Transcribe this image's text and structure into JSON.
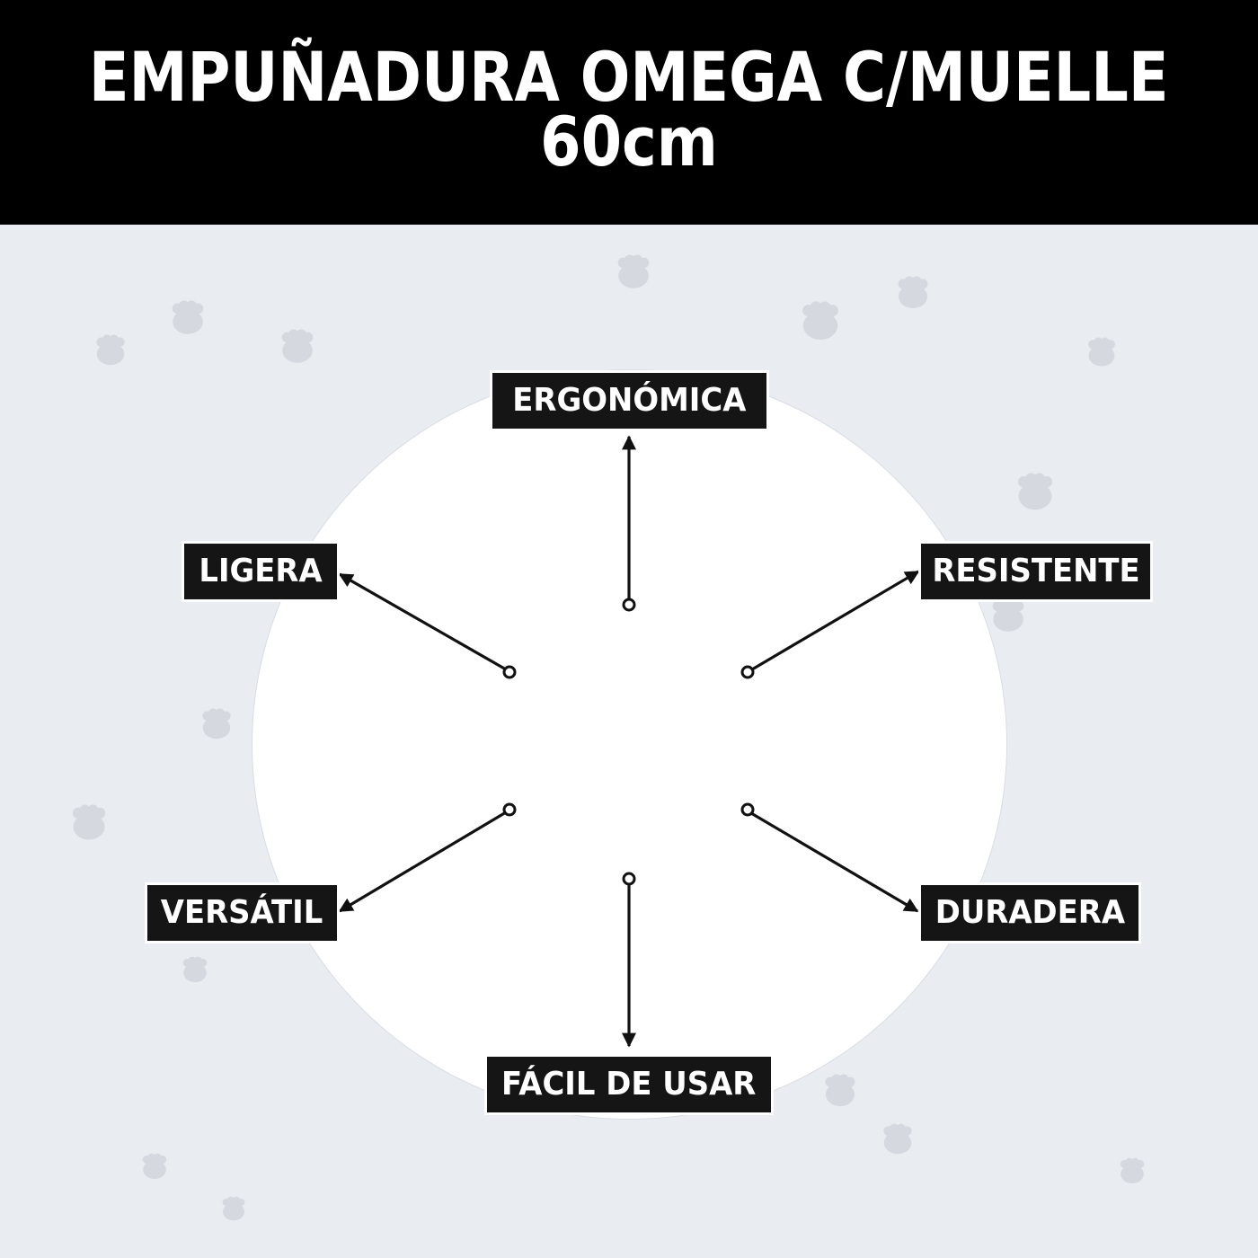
{
  "header": {
    "title_line1": "EMPUÑADURA OMEGA C/MUELLE",
    "title_line2": "60cm"
  },
  "features": [
    {
      "id": "ergonomica",
      "label": "ERGONÓMICA"
    },
    {
      "id": "ligera",
      "label": "LIGERA"
    },
    {
      "id": "resistente",
      "label": "RESISTENTE"
    },
    {
      "id": "versatil",
      "label": "VERSÁTIL"
    },
    {
      "id": "duradera",
      "label": "DURADERA"
    },
    {
      "id": "facil-de-usar",
      "label": "FÁCIL DE USAR"
    }
  ],
  "colors": {
    "header_bg": "#000000",
    "page_bg": "#e9ecf1",
    "circle_bg": "#ffffff",
    "label_bg": "#151515",
    "label_text": "#ffffff",
    "paw": "#d5d8de",
    "arrow": "#111111"
  },
  "decorations": {
    "icon": "paw-print-icon"
  }
}
